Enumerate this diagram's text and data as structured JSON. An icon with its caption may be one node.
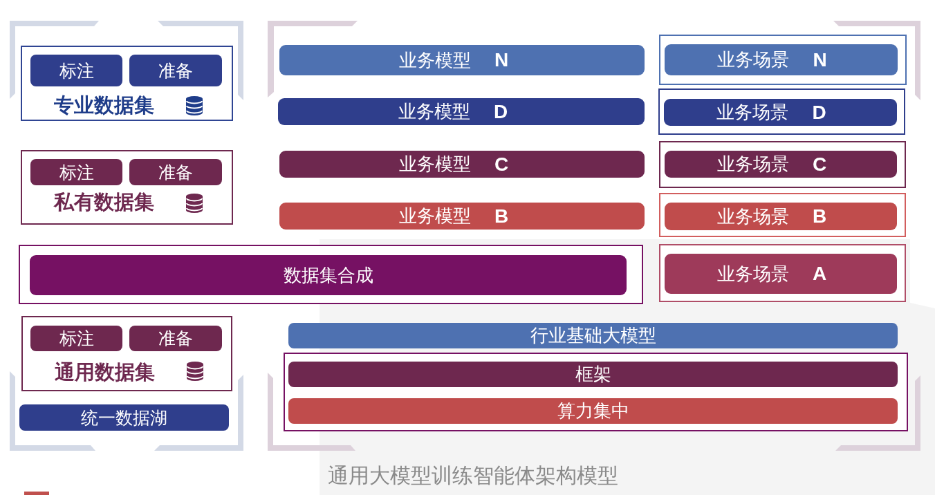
{
  "diagram": {
    "caption": "通用大模型训练智能体架构模型",
    "nodes": [
      {
        "text": [
          "专业数据集"
        ]
      },
      {
        "text": [
          "标注"
        ],
        "in": 0
      },
      {
        "text": [
          "准备"
        ],
        "in": 0
      },
      {
        "text": [
          "业务模型",
          "N"
        ]
      },
      {
        "text": [],
        "shape": "box"
      },
      {
        "text": [
          "业务场景",
          "N"
        ],
        "in": 4
      },
      {
        "text": [
          "业务模型",
          "D"
        ]
      },
      {
        "text": [],
        "shape": "box"
      },
      {
        "text": [
          "业务场景",
          "D"
        ],
        "in": 7
      },
      {
        "text": [
          "私有数据集"
        ]
      },
      {
        "text": [
          "标注"
        ],
        "in": 9
      },
      {
        "text": [
          "准备"
        ],
        "in": 9
      },
      {
        "text": [
          "业务模型",
          "C"
        ]
      },
      {
        "text": [],
        "shape": "box"
      },
      {
        "text": [
          "业务场景",
          "C"
        ],
        "in": 13
      },
      {
        "text": [
          "业务模型",
          "B"
        ]
      },
      {
        "text": [],
        "shape": "box"
      },
      {
        "text": [
          "业务场景",
          "B"
        ],
        "in": 16
      },
      {
        "text": [],
        "shape": "box"
      },
      {
        "text": [
          "数据集合成"
        ],
        "in": 18
      },
      {
        "text": [],
        "shape": "box"
      },
      {
        "text": [
          "业务场景",
          "A"
        ],
        "in": 20
      },
      {
        "text": [
          "通用数据集"
        ]
      },
      {
        "text": [
          "标注"
        ],
        "in": 22
      },
      {
        "text": [
          "准备"
        ],
        "in": 22
      },
      {
        "text": [
          "行业基础大模型"
        ]
      },
      {
        "text": [],
        "shape": "box"
      },
      {
        "text": [
          "框架"
        ],
        "in": 26
      },
      {
        "text": [
          "算力集中"
        ],
        "in": 26
      },
      {
        "text": [
          "统一数据湖"
        ]
      }
    ]
  }
}
